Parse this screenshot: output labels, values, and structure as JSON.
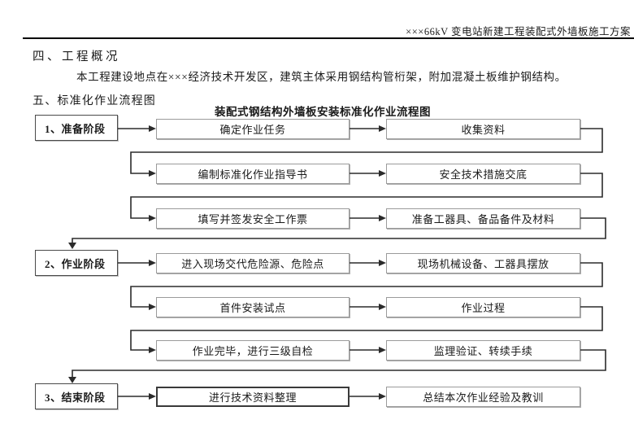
{
  "header": {
    "title": "×××66kV 变电站新建工程装配式外墙板施工方案"
  },
  "sections": {
    "overview_heading": "四、工程概况",
    "overview_body": "本工程建设地点在×××经济技术开发区，建筑主体采用钢结构管桁架，附加混凝土板维护钢结构。",
    "flowchart_heading": "五、标准化作业流程图"
  },
  "flowchart": {
    "title": "装配式钢结构外墙板安装标准化作业流程图",
    "stages": [
      {
        "label": "1、准备阶段"
      },
      {
        "label": "2、作业阶段"
      },
      {
        "label": "3、结束阶段"
      }
    ],
    "steps": [
      {
        "left": "确定作业任务",
        "right": "收集资料"
      },
      {
        "left": "编制标准化作业指导书",
        "right": "安全技术措施交底"
      },
      {
        "left": "填写并签发安全工作票",
        "right": "准备工器具、备品备件及材料"
      },
      {
        "left": "进入现场交代危险源、危险点",
        "right": "现场机械设备、工器具摆放"
      },
      {
        "left": "首件安装试点",
        "right": "作业过程"
      },
      {
        "left": "作业完毕，进行三级自检",
        "right": "监理验证、转续手续"
      },
      {
        "left": "进行技术资料整理",
        "right": "总结本次作业经验及教训"
      }
    ],
    "colors": {
      "box_border": "#9b9b9b",
      "stage_border": "#4a4a4a",
      "connector": "#2b2b2b",
      "text": "#1a1a1a",
      "rule": "#000000"
    }
  }
}
